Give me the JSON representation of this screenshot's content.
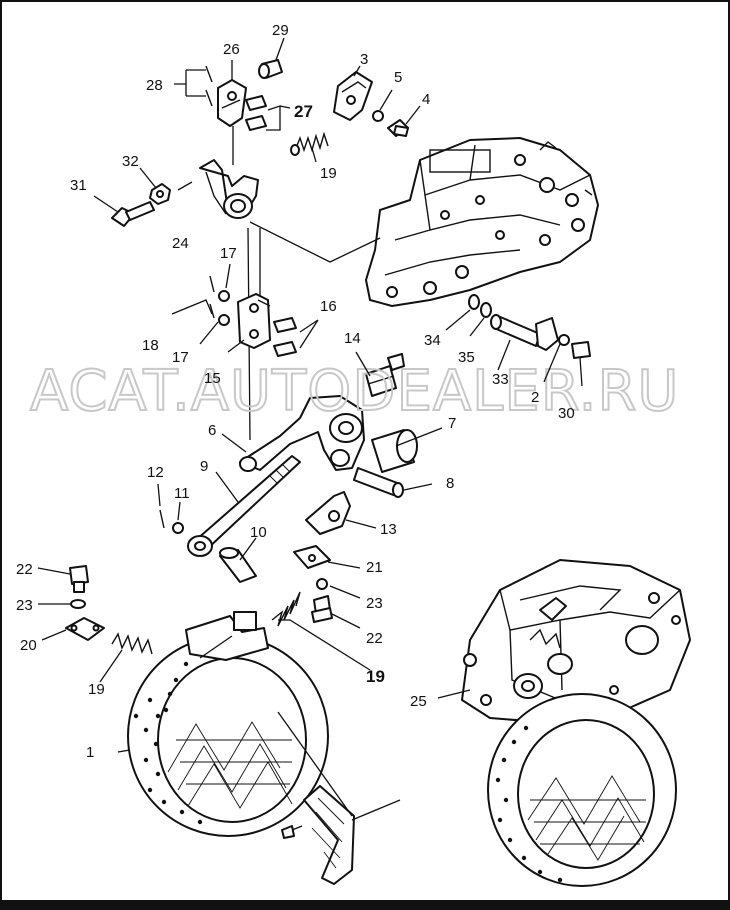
{
  "watermark": "ACAT.AUTODEALER.RU",
  "callouts": {
    "p1": "1",
    "p2": "2",
    "p3": "3",
    "p4": "4",
    "p5": "5",
    "p6": "6",
    "p7": "7",
    "p8": "8",
    "p9": "9",
    "p10": "10",
    "p11": "11",
    "p12": "12",
    "p13": "13",
    "p14": "14",
    "p15": "15",
    "p16": "16",
    "p17a": "17",
    "p17b": "17",
    "p18": "18",
    "p19a": "19",
    "p19b": "19",
    "p19c": "19",
    "p20": "20",
    "p21": "21",
    "p22a": "22",
    "p22b": "22",
    "p23a": "23",
    "p23b": "23",
    "p24": "24",
    "p25": "25",
    "p26": "26",
    "p27": "27",
    "p28": "28",
    "p29": "29",
    "p30": "30",
    "p31": "31",
    "p32": "32",
    "p33": "33",
    "p34": "34",
    "p35": "35"
  }
}
